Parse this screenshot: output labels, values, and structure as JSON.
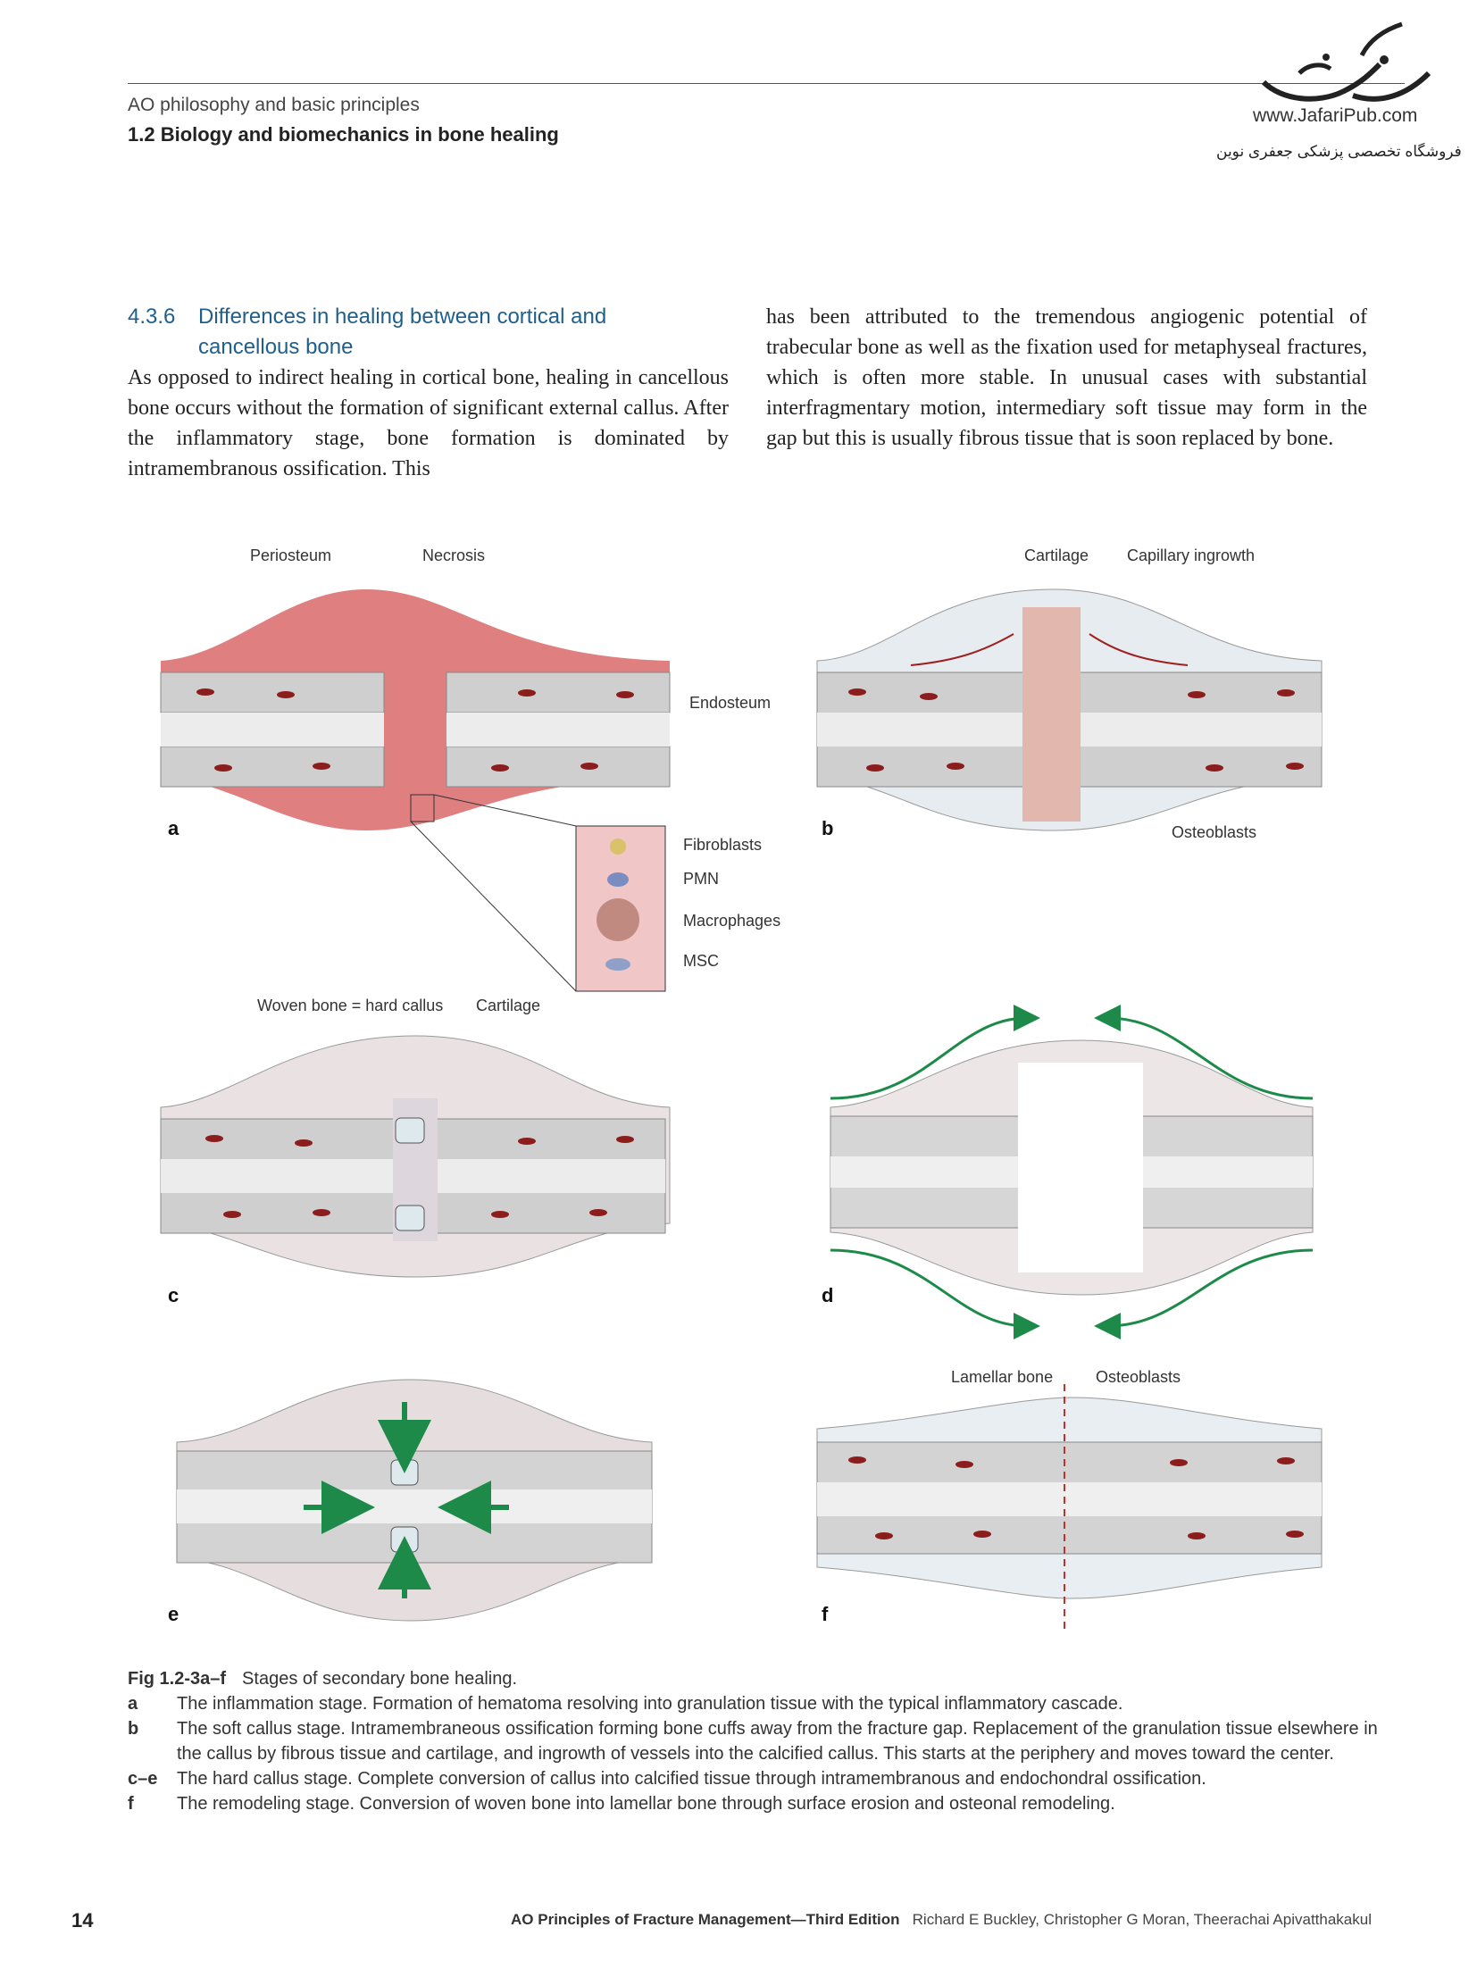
{
  "header": {
    "subtitle": "AO philosophy and basic principles",
    "title": "1.2  Biology and biomechanics in bone healing"
  },
  "logo": {
    "url": "www.JafariPub.com",
    "tagline": "فروشگاه تخصصی پزشکی جعفری نوین"
  },
  "section": {
    "number": "4.3.6",
    "title_line1": "Differences in healing between cortical and",
    "title_line2": "cancellous bone"
  },
  "body": {
    "col1": "As opposed to indirect healing in cortical bone, healing in cancellous bone occurs without the formation of significant external callus. After the inflammatory stage, bone formation is dominated by intramembranous ossification. This",
    "col2": "has been attributed to the tremendous angiogenic potential of trabecular bone as well as the fixation used for metaphyseal fractures, which is often more stable. In unusual cases with substantial interfragmentary motion, intermediary soft tissue may form in the gap but this is usually fibrous tissue that is soon replaced by bone."
  },
  "figure": {
    "labels": {
      "periosteum": "Periosteum",
      "necrosis": "Necrosis",
      "endosteum": "Endosteum",
      "fibroblasts": "Fibroblasts",
      "pmn": "PMN",
      "macrophages": "Macrophages",
      "msc": "MSC",
      "cartilage_b": "Cartilage",
      "capillary": "Capillary ingrowth",
      "osteoblasts_b": "Osteoblasts",
      "woven": "Woven bone = hard callus",
      "cartilage_c": "Cartilage",
      "lamellar": "Lamellar bone",
      "osteoblasts_f": "Osteoblasts"
    },
    "panels": [
      "a",
      "b",
      "c",
      "d",
      "e",
      "f"
    ],
    "colors": {
      "hematoma": "#df7f7f",
      "bone": "#cfcfcf",
      "marrow": "#ececec",
      "callus": "#e9e2e2",
      "arrow": "#1e8a4a",
      "vessel": "#a02020"
    }
  },
  "caption": {
    "title_key": "Fig 1.2-3a–f",
    "title": "Stages of secondary bone healing.",
    "items": [
      {
        "key": "a",
        "text": "The inflammation stage. Formation of hematoma resolving into granulation tissue with the typical inflammatory cascade."
      },
      {
        "key": "b",
        "text": "The soft callus stage. Intramembraneous ossification forming bone cuffs away from the fracture gap. Replacement of the granulation tissue elsewhere in the callus by fibrous tissue and cartilage, and ingrowth of vessels into the calcified callus. This starts at the periphery and moves toward the center."
      },
      {
        "key": "c–e",
        "text": "The hard callus stage. Complete conversion of callus into calcified tissue through intramembranous and endochondral ossification."
      },
      {
        "key": "f",
        "text": "The remodeling stage. Conversion of woven bone into lamellar bone through surface erosion and osteonal remodeling."
      }
    ]
  },
  "footer": {
    "page": "14",
    "book": "AO Principles of Fracture Management—Third Edition",
    "authors": "Richard E Buckley, Christopher G Moran, Theerachai Apivatthakakul"
  }
}
